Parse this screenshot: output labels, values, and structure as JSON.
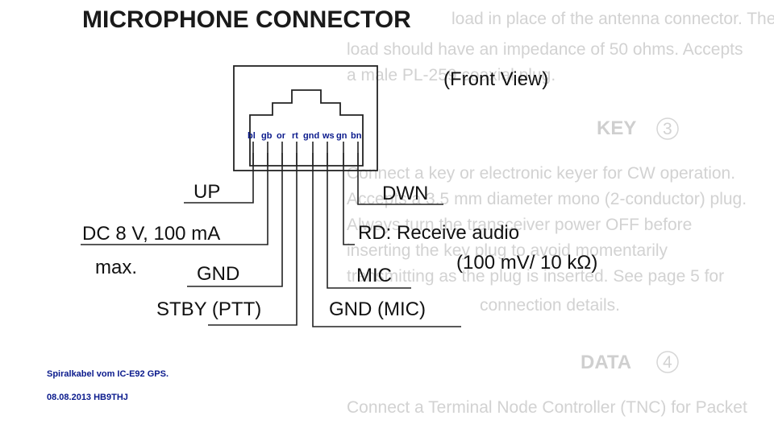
{
  "title": "MICROPHONE CONNECTOR",
  "front_view": "(Front View)",
  "pin_colors": [
    "bl",
    "gb",
    "or",
    "rt",
    "gnd",
    "ws",
    "gn",
    "bn"
  ],
  "left_labels": {
    "up": "UP",
    "dc": "DC 8 V, 100 mA",
    "max": "max.",
    "gnd": "GND",
    "stby": "STBY (PTT)"
  },
  "right_labels": {
    "dwn": "DWN",
    "rd": "RD: Receive audio",
    "rd_level": "(100 mV/ 10 kΩ)",
    "mic": "MIC",
    "gnd_mic": "GND (MIC)"
  },
  "background_text": {
    "lines": [
      "load in place of the antenna connector. The",
      "load should have an impedance of 50 ohms. Accepts",
      "a male PL-259 coaxial plug.",
      "Connect a key or electronic keyer for CW operation.",
      "Accepts a 3.5 mm diameter mono (2-conductor) plug.",
      "Always turn the transceiver power OFF before",
      "inserting the key plug to avoid momentarily",
      "transmitting as the plug is inserted. See page 5 for",
      "connection details.",
      "Connect a Terminal Node Controller (TNC) for Packet"
    ],
    "key_number": "3",
    "key_heading": "KEY",
    "data_number": "4",
    "data_heading": "DATA"
  },
  "notes": {
    "line1": "Spiralkabel vom IC-E92 GPS.",
    "line2": "08.08.2013 HB9THJ"
  }
}
